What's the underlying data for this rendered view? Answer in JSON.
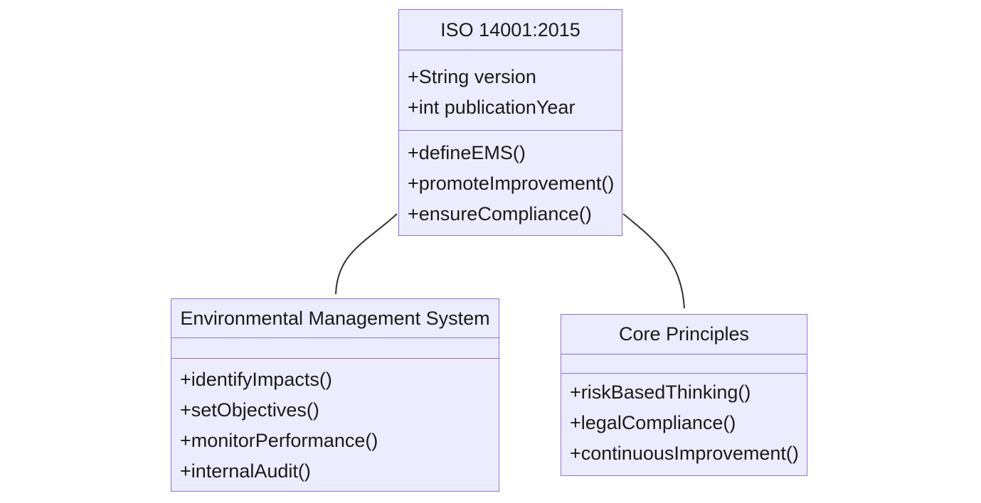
{
  "colors": {
    "background": "#ffffff",
    "node-fill": "#ECECFF",
    "node-border": "#9370DB",
    "text": "#1a1a1a",
    "arrow": "#333333"
  },
  "diagram": {
    "classes": [
      {
        "title": "ISO 14001:2015",
        "attributes": [
          "+String version",
          "+int publicationYear"
        ],
        "methods": [
          "+defineEMS()",
          "+promoteImprovement()",
          "+ensureCompliance()"
        ]
      },
      {
        "title": "Environmental Management System",
        "attributes": [],
        "methods": [
          "+identifyImpacts()",
          "+setObjectives()",
          "+monitorPerformance()",
          "+internalAudit()"
        ]
      },
      {
        "title": "Core Principles",
        "attributes": [],
        "methods": [
          "+riskBasedThinking()",
          "+legalCompliance()",
          "+continuousImprovement()"
        ]
      }
    ],
    "relations": [
      {
        "from": "ISO 14001:2015",
        "to": "Environmental Management System",
        "style": "solid-arrow"
      },
      {
        "from": "ISO 14001:2015",
        "to": "Core Principles",
        "style": "solid-arrow"
      }
    ]
  }
}
